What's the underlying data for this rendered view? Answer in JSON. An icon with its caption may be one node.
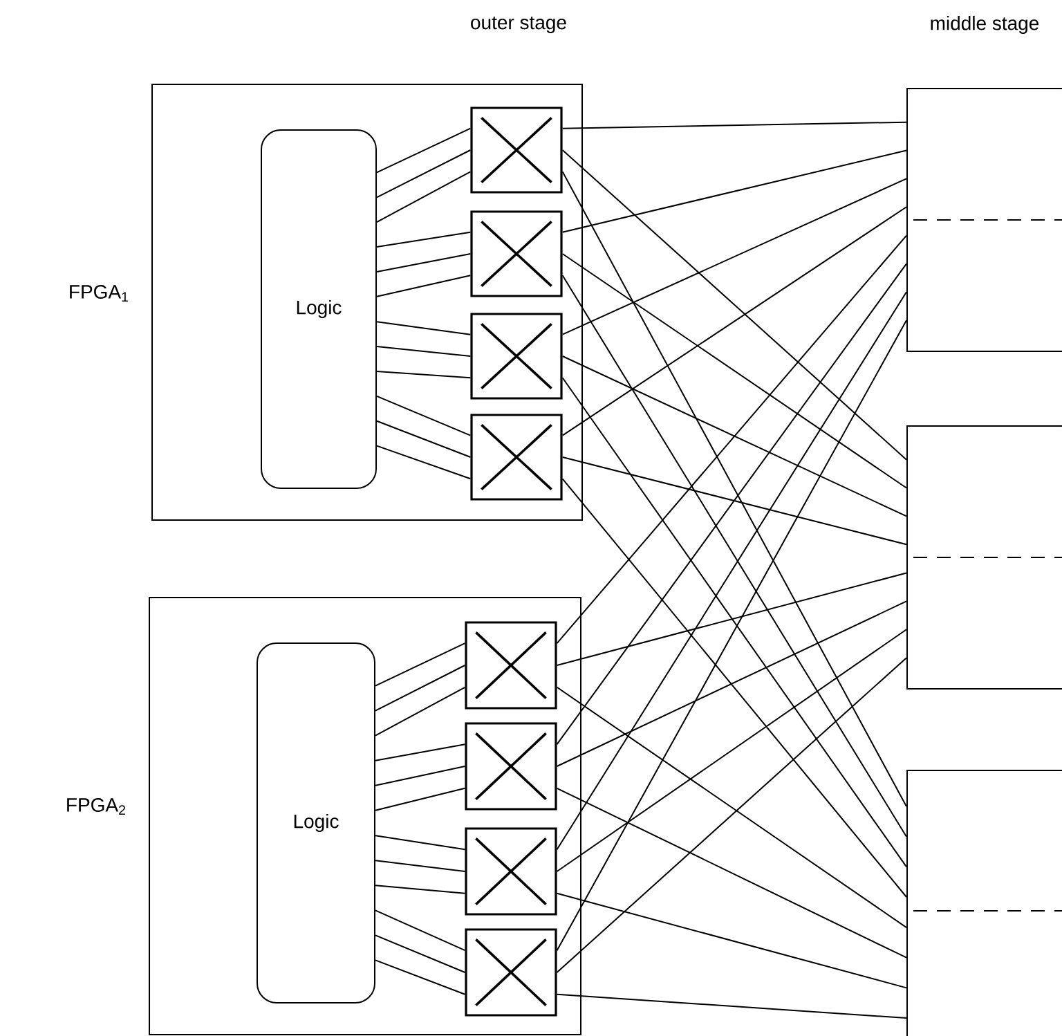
{
  "diagram": {
    "nodes": [
      {
        "text": [
          "FPGA$_{1}$"
        ]
      },
      {
        "text": [
          "Logic"
        ],
        "in": 0
      },
      {
        "text": [],
        "shape": "box",
        "in": 0
      },
      {
        "text": [],
        "shape": "box",
        "in": 0
      },
      {
        "text": [],
        "shape": "box",
        "in": 0
      },
      {
        "text": [],
        "shape": "box",
        "in": 0
      },
      {
        "text": [
          "FPGA$_{2}$"
        ]
      },
      {
        "text": [
          "Logic"
        ],
        "in": 6
      },
      {
        "text": [],
        "shape": "box",
        "in": 6
      },
      {
        "text": [],
        "shape": "box",
        "in": 6
      },
      {
        "text": [],
        "shape": "box",
        "in": 6
      },
      {
        "text": [],
        "shape": "box",
        "in": 6
      },
      {
        "text": [],
        "shape": "box"
      },
      {
        "text": [],
        "shape": "box"
      },
      {
        "text": [],
        "shape": "box"
      }
    ],
    "edges": [
      {
        "from": 1,
        "to": 2,
        "arrow": "none"
      },
      {
        "from": 1,
        "to": 2,
        "arrow": "none"
      },
      {
        "from": 1,
        "to": 2,
        "arrow": "none"
      },
      {
        "from": 1,
        "to": 3,
        "arrow": "none"
      },
      {
        "from": 1,
        "to": 3,
        "arrow": "none"
      },
      {
        "from": 1,
        "to": 3,
        "arrow": "none"
      },
      {
        "from": 1,
        "to": 4,
        "arrow": "none"
      },
      {
        "from": 1,
        "to": 4,
        "arrow": "none"
      },
      {
        "from": 1,
        "to": 4,
        "arrow": "none"
      },
      {
        "from": 1,
        "to": 5,
        "arrow": "none"
      },
      {
        "from": 1,
        "to": 5,
        "arrow": "none"
      },
      {
        "from": 1,
        "to": 5,
        "arrow": "none"
      },
      {
        "from": 7,
        "to": 8,
        "arrow": "none"
      },
      {
        "from": 7,
        "to": 8,
        "arrow": "none"
      },
      {
        "from": 7,
        "to": 8,
        "arrow": "none"
      },
      {
        "from": 7,
        "to": 9,
        "arrow": "none"
      },
      {
        "from": 7,
        "to": 9,
        "arrow": "none"
      },
      {
        "from": 7,
        "to": 9,
        "arrow": "none"
      },
      {
        "from": 7,
        "to": 10,
        "arrow": "none"
      },
      {
        "from": 7,
        "to": 10,
        "arrow": "none"
      },
      {
        "from": 7,
        "to": 10,
        "arrow": "none"
      },
      {
        "from": 7,
        "to": 11,
        "arrow": "none"
      },
      {
        "from": 7,
        "to": 11,
        "arrow": "none"
      },
      {
        "from": 7,
        "to": 11,
        "arrow": "none"
      },
      {
        "from": 2,
        "to": 12,
        "arrow": "none"
      },
      {
        "from": 2,
        "to": 13,
        "arrow": "none"
      },
      {
        "from": 2,
        "to": 14,
        "arrow": "none"
      },
      {
        "from": 3,
        "to": 12,
        "arrow": "none"
      },
      {
        "from": 3,
        "to": 13,
        "arrow": "none"
      },
      {
        "from": 3,
        "to": 14,
        "arrow": "none"
      },
      {
        "from": 4,
        "to": 12,
        "arrow": "none"
      },
      {
        "from": 4,
        "to": 13,
        "arrow": "none"
      },
      {
        "from": 4,
        "to": 14,
        "arrow": "none"
      },
      {
        "from": 5,
        "to": 12,
        "arrow": "none"
      },
      {
        "from": 5,
        "to": 13,
        "arrow": "none"
      },
      {
        "from": 5,
        "to": 14,
        "arrow": "none"
      },
      {
        "from": 8,
        "to": 12,
        "arrow": "none"
      },
      {
        "from": 8,
        "to": 13,
        "arrow": "none"
      },
      {
        "from": 8,
        "to": 14,
        "arrow": "none"
      },
      {
        "from": 9,
        "to": 12,
        "arrow": "none"
      },
      {
        "from": 9,
        "to": 13,
        "arrow": "none"
      },
      {
        "from": 9,
        "to": 14,
        "arrow": "none"
      },
      {
        "from": 10,
        "to": 12,
        "arrow": "none"
      },
      {
        "from": 10,
        "to": 13,
        "arrow": "none"
      },
      {
        "from": 10,
        "to": 14,
        "arrow": "none"
      },
      {
        "from": 11,
        "to": 12,
        "arrow": "none"
      },
      {
        "from": 11,
        "to": 13,
        "arrow": "none"
      },
      {
        "from": 11,
        "to": 14,
        "arrow": "none"
      }
    ],
    "labels": [
      "outer stage",
      "middle stage"
    ]
  }
}
